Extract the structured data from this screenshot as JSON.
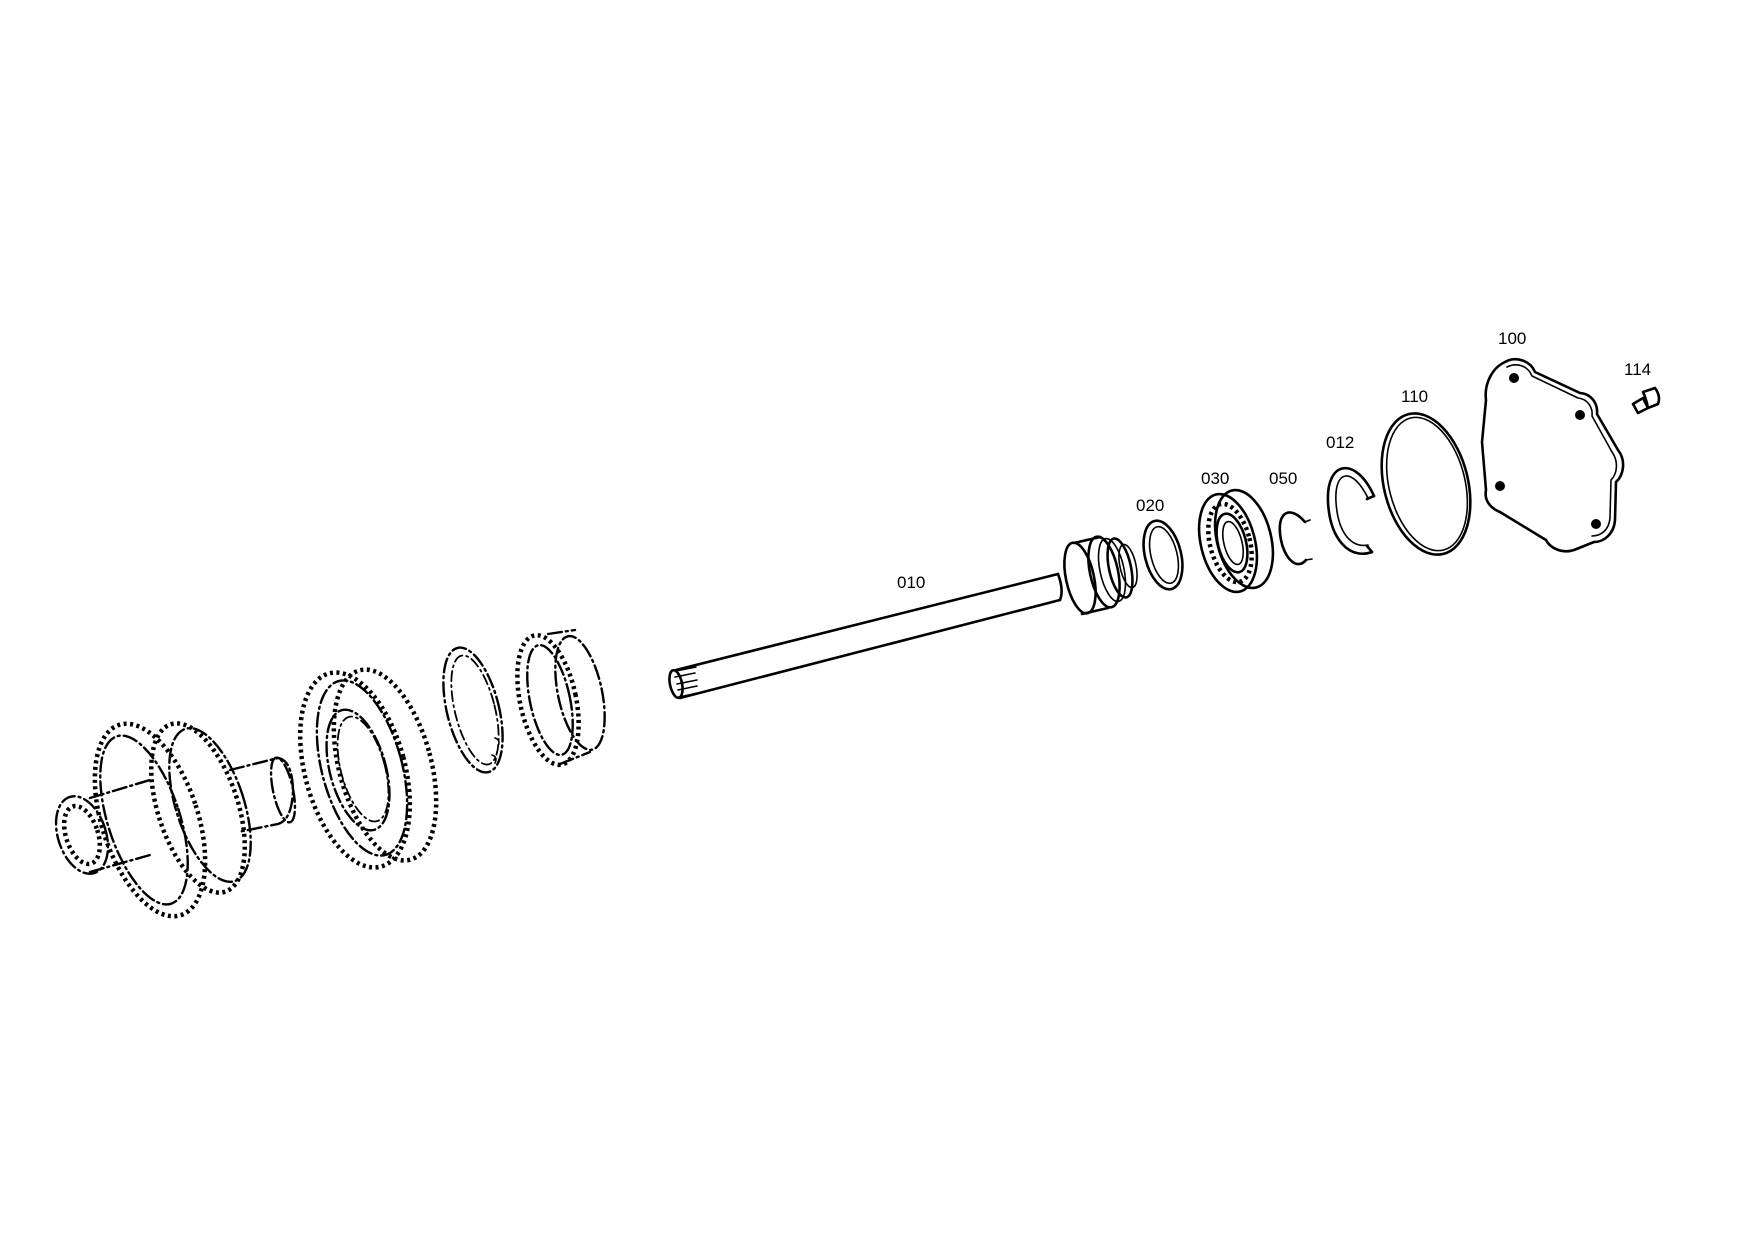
{
  "diagram": {
    "parts": [
      {
        "id": "010",
        "label": "010"
      },
      {
        "id": "020",
        "label": "020"
      },
      {
        "id": "030",
        "label": "030"
      },
      {
        "id": "050",
        "label": "050"
      },
      {
        "id": "012",
        "label": "012"
      },
      {
        "id": "110",
        "label": "110"
      },
      {
        "id": "100",
        "label": "100"
      },
      {
        "id": "114",
        "label": "114"
      }
    ]
  }
}
